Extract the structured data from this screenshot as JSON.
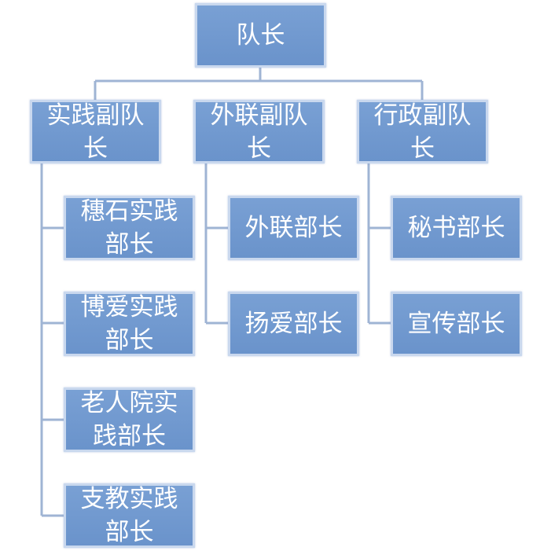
{
  "root": {
    "label": "队长"
  },
  "branches": [
    {
      "label": "实践副队长",
      "children": [
        "穗石实践部长",
        "博爱实践部长",
        "老人院实践部长",
        "支教实践部长"
      ]
    },
    {
      "label": "外联副队长",
      "children": [
        "外联部长",
        "扬爱部长"
      ]
    },
    {
      "label": "行政副队长",
      "children": [
        "秘书部长",
        "宣传部长"
      ]
    }
  ],
  "colors": {
    "box_fill": "#6f97cd",
    "box_border": "#c9d8ee",
    "connector": "#9fb4d4",
    "text": "#ffffff"
  }
}
